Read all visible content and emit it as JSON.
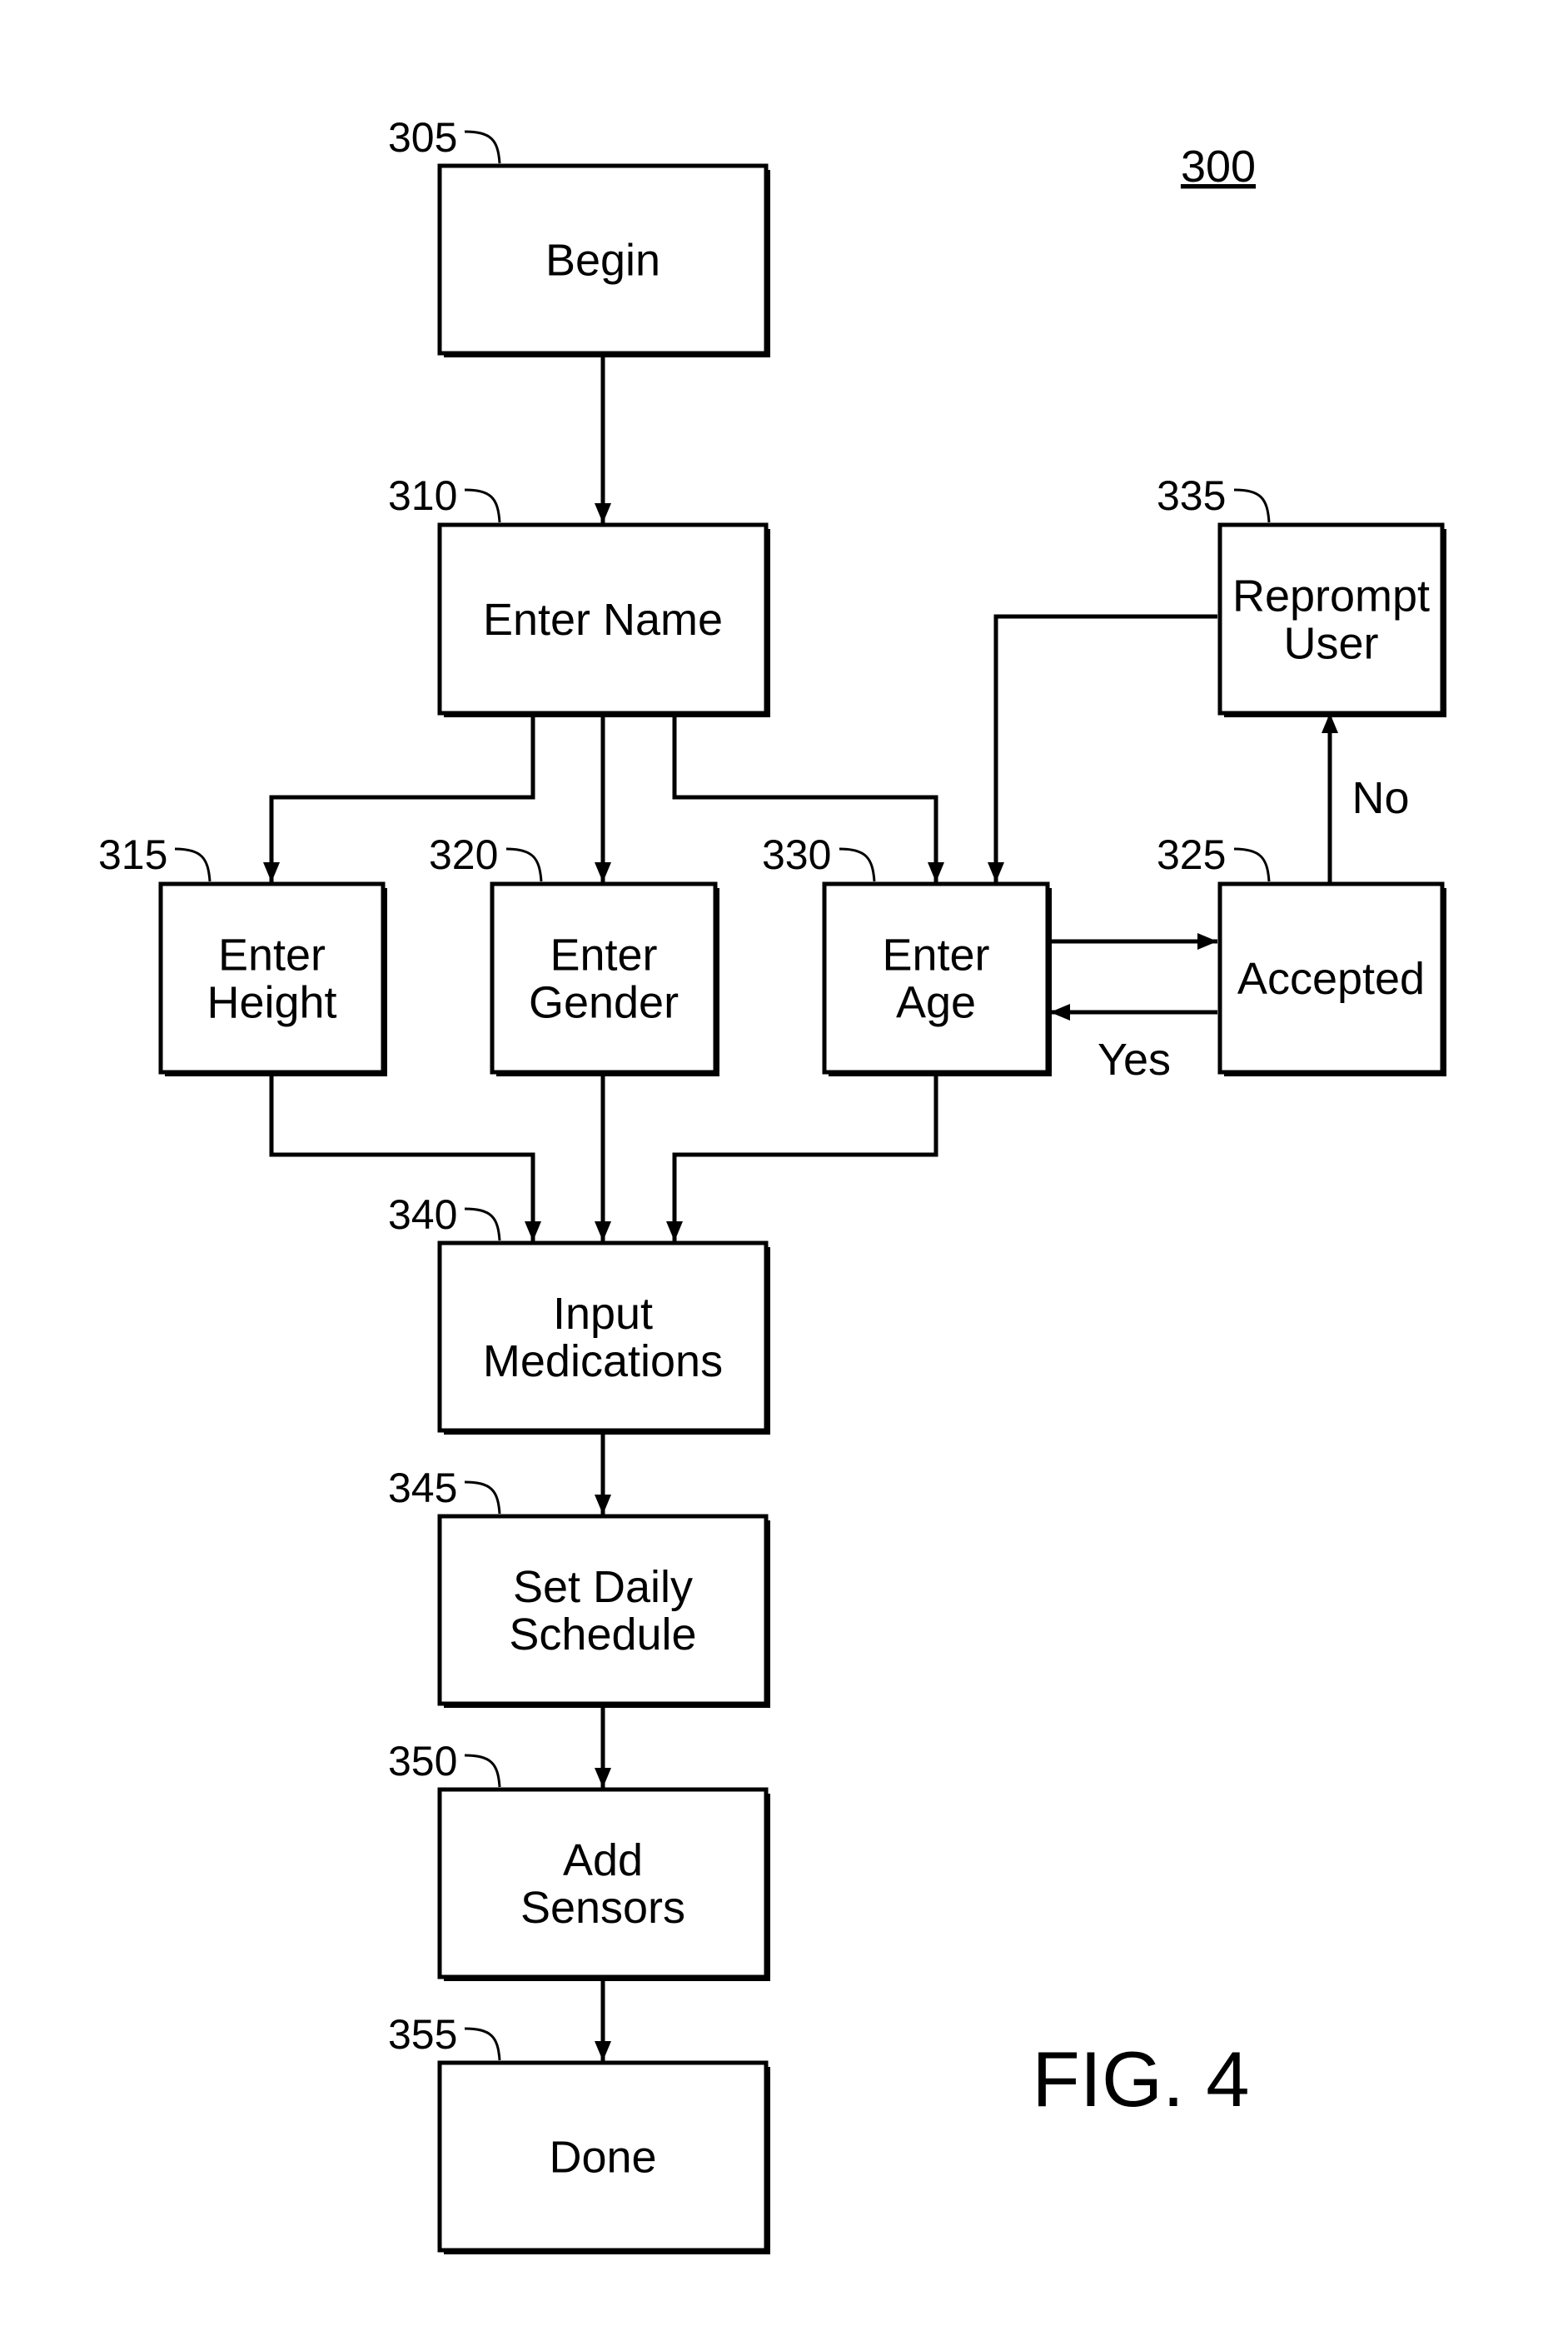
{
  "diagram_number": "300",
  "figure_label": "FIG. 4",
  "nodes": {
    "begin": {
      "ref": "305",
      "lines": [
        "Begin"
      ]
    },
    "enter_name": {
      "ref": "310",
      "lines": [
        "Enter Name"
      ]
    },
    "enter_height": {
      "ref": "315",
      "lines": [
        "Enter",
        "Height"
      ]
    },
    "enter_gender": {
      "ref": "320",
      "lines": [
        "Enter",
        "Gender"
      ]
    },
    "enter_age": {
      "ref": "330",
      "lines": [
        "Enter",
        "Age"
      ]
    },
    "accepted": {
      "ref": "325",
      "lines": [
        "Accepted"
      ]
    },
    "reprompt": {
      "ref": "335",
      "lines": [
        "Reprompt",
        "User"
      ]
    },
    "input_meds": {
      "ref": "340",
      "lines": [
        "Input",
        "Medications"
      ]
    },
    "daily_sched": {
      "ref": "345",
      "lines": [
        "Set Daily",
        "Schedule"
      ]
    },
    "add_sensors": {
      "ref": "350",
      "lines": [
        "Add",
        "Sensors"
      ]
    },
    "done": {
      "ref": "355",
      "lines": [
        "Done"
      ]
    }
  },
  "edges": [
    {
      "from": "begin",
      "to": "enter_name"
    },
    {
      "from": "enter_name",
      "to": "enter_height"
    },
    {
      "from": "enter_name",
      "to": "enter_gender"
    },
    {
      "from": "enter_name",
      "to": "enter_age"
    },
    {
      "from": "enter_age",
      "to": "accepted"
    },
    {
      "from": "accepted",
      "to": "enter_age",
      "label": "Yes"
    },
    {
      "from": "accepted",
      "to": "reprompt",
      "label": "No"
    },
    {
      "from": "reprompt",
      "to": "enter_age"
    },
    {
      "from": "enter_height",
      "to": "input_meds"
    },
    {
      "from": "enter_gender",
      "to": "input_meds"
    },
    {
      "from": "enter_age",
      "to": "input_meds"
    },
    {
      "from": "input_meds",
      "to": "daily_sched"
    },
    {
      "from": "daily_sched",
      "to": "add_sensors"
    },
    {
      "from": "add_sensors",
      "to": "done"
    }
  ]
}
